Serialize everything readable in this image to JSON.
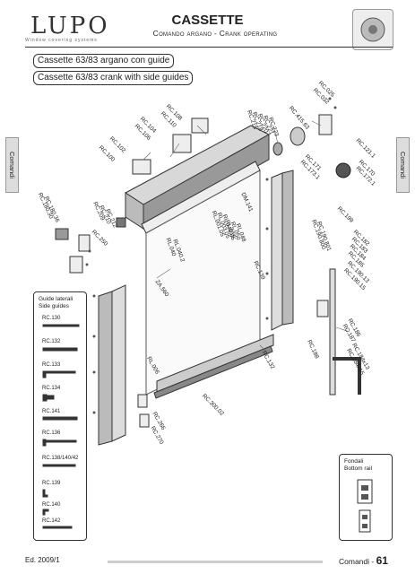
{
  "header": {
    "brand": "LUPO",
    "brand_tagline": "Window covering systems",
    "title": "CASSETTE",
    "subtitle": "Comando argano - Crank operating"
  },
  "buttons": {
    "guide": "Cassette 63/83 argano con guide",
    "side_guides": "Cassette 63/83 crank with side guides"
  },
  "side_tab": "Comandi",
  "guide_panel": {
    "title_it": "Guide laterali",
    "title_en": "Side guides",
    "items": [
      "RC.130",
      "RC.132",
      "RC.133",
      "RC.134",
      "RC.141",
      "RC.136",
      "RC.138/140/42",
      "RC.139",
      "RC.140",
      "RC.142"
    ]
  },
  "bottom_panel": {
    "title_it": "Fondali",
    "title_en": "Bottom rail"
  },
  "part_labels": {
    "rc108": "RC.108",
    "rc110": "RC.110",
    "rc104": "RC.104",
    "rc106": "RC.106",
    "rc102": "RC.102",
    "rc100": "RC.100",
    "rc215": "RC.215",
    "rc218": "RC.218",
    "rc220": "RC.220",
    "rc221": "RC.221",
    "rc223": "RC.223",
    "rc415": "RC.415.63",
    "rc025": "RC.025",
    "rc032": "RC.032",
    "rc1211": "RC.121.1",
    "rc171": "RC.171",
    "rc1731": "RC.173.1",
    "rc170": "RC.170",
    "rc1721": "RC.172.1",
    "dm141": "DM.141",
    "rc209": "RC.209",
    "rc210": "RC.210",
    "rc212": "RC.212",
    "rc18030": "RC.180.30",
    "rc18036": "RC.180.36",
    "rc250": "RC.250",
    "rl040": "RL.040",
    "rl0402": "RL.040.2",
    "rl001": "RL.001.05",
    "rl003": "RL.003.05",
    "rl049": "RL.049.05",
    "rl055": "RL.055",
    "rl050": "RL.050",
    "rl048": "RL.048",
    "rc139": "RC.139",
    "rc199": "RC.199",
    "rc190800": "RC.190.800",
    "rc190801": "RC.190.801",
    "rc182": "RC.182",
    "rc183": "RC.183",
    "rc184": "RC.184",
    "rc185": "RC.185",
    "rc19013": "RC.190.13",
    "rc19015": "RC.190.15",
    "za560": "ZA.560",
    "rc186": "RC.186",
    "rc187": "RC.187",
    "rc184x13": "RC.184x13",
    "rc184x15": "RC.184x15",
    "rc188": "RC.188",
    "rc132": "RC.132",
    "rl006": "RL.006",
    "rc30002": "RC.300.02",
    "rc266": "RC.266",
    "rc270": "RC.270"
  },
  "footer": {
    "edition": "Ed. 2009/1",
    "section": "Comandi",
    "separator": "-",
    "page": "61"
  }
}
